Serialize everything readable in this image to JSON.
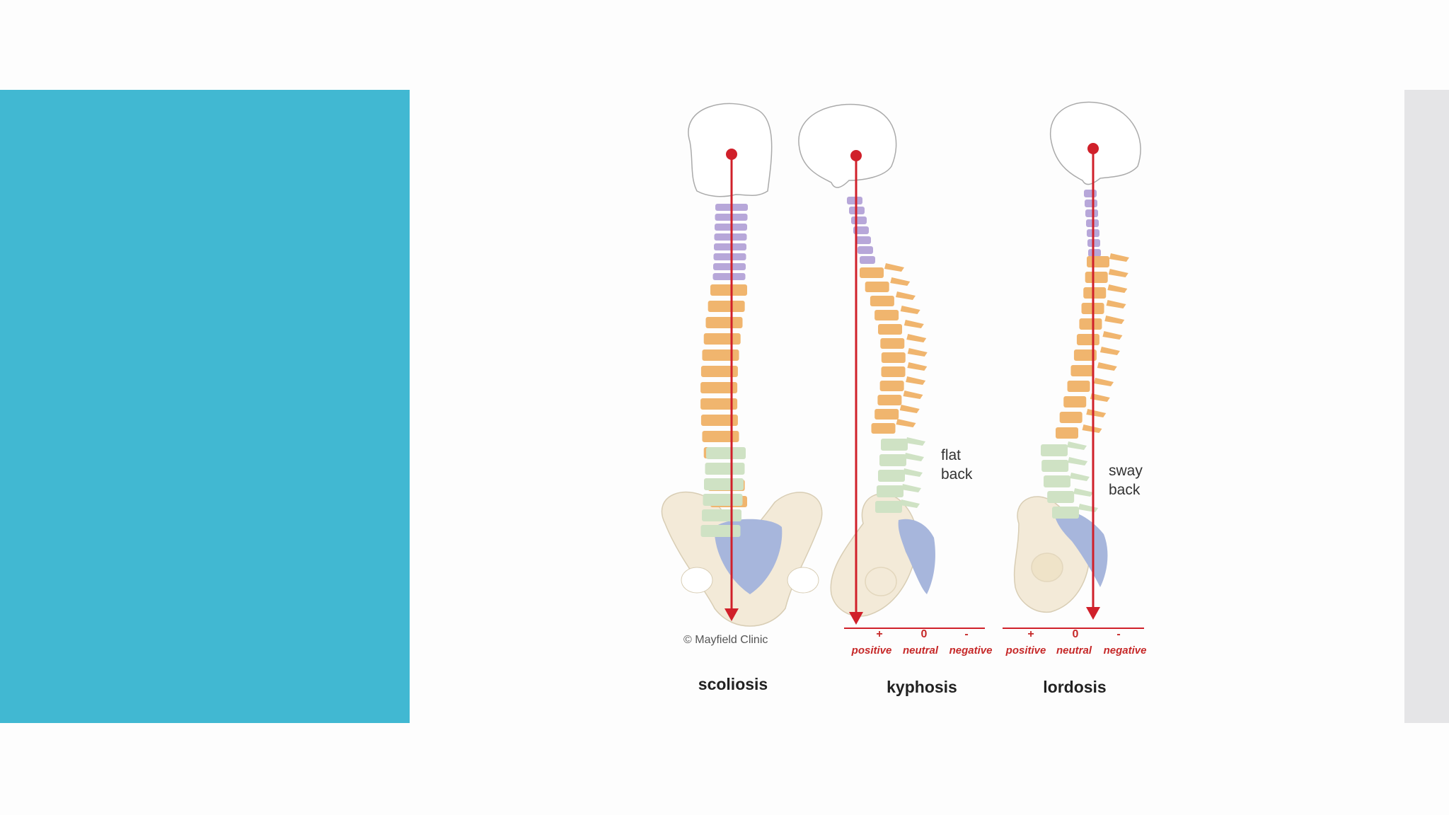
{
  "colors": {
    "accent_panel": "#41b8d2",
    "side_strip": "#e5e5e7",
    "gravity_line": "#d0202a",
    "cervical": "#b7a7d9",
    "thoracic": "#f0b56e",
    "lumbar": "#cfe2c4",
    "sacrum": "#a7b6dc",
    "bone": "#f3ead8"
  },
  "figure": {
    "captions": {
      "scoliosis": "scoliosis",
      "kyphosis": "kyphosis",
      "lordosis": "lordosis"
    },
    "annotations": {
      "flat_back": [
        "flat",
        "back"
      ],
      "sway_back": [
        "sway",
        "back"
      ]
    },
    "balance_scale": {
      "symbols": [
        "+",
        "0",
        "-"
      ],
      "labels": [
        "positive",
        "neutral",
        "negative"
      ]
    },
    "copyright": "© Mayfield Clinic"
  }
}
